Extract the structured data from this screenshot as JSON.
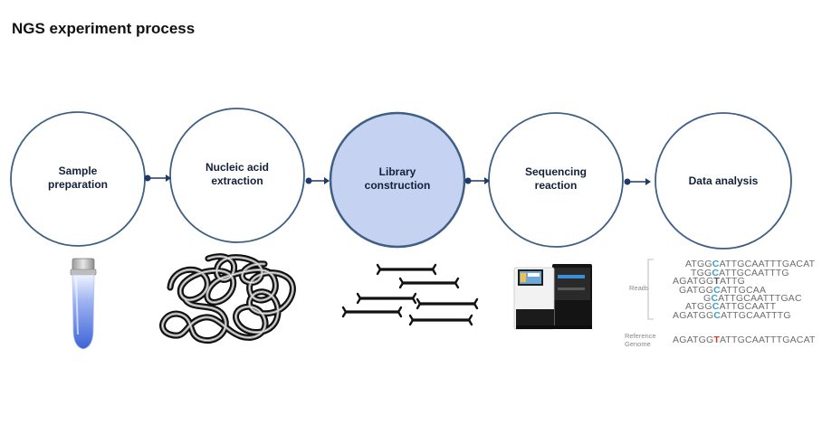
{
  "title": "NGS experiment process",
  "colors": {
    "circle_border": "#3f5f85",
    "circle_highlight_fill": "#c5d2f1",
    "arrow": "#1f3a66",
    "label_text": "#13203a",
    "highlight_base": "#3aa0c8",
    "variant_base": "#d23b2e"
  },
  "steps": [
    {
      "line1": "Sample",
      "line2": "preparation",
      "highlighted": false,
      "illustration": "sample-tube-icon"
    },
    {
      "line1": "Nucleic acid",
      "line2": "extraction",
      "highlighted": false,
      "illustration": "dna-tangle-icon"
    },
    {
      "line1": "Library",
      "line2": "construction",
      "highlighted": true,
      "illustration": "dna-fragments-icon"
    },
    {
      "line1": "Sequencing",
      "line2": "reaction",
      "highlighted": false,
      "illustration": "sequencer-machine-icon"
    },
    {
      "line1": "Data analysis",
      "line2": "",
      "highlighted": false,
      "illustration": "read-alignment-icon"
    }
  ],
  "alignment": {
    "reads_label": "Reads",
    "reference_label_line1": "Reference",
    "reference_label_line2": "Genome",
    "reads": [
      {
        "pre": "ATGG",
        "base": "C",
        "post": "ATTGCAATTTGACAT"
      },
      {
        "pre": "TGG",
        "base": "C",
        "post": "ATTGCAATTTG"
      },
      {
        "pre": "AGATGG",
        "base": "T",
        "post": "ATTG"
      },
      {
        "pre": "GATGG",
        "base": "C",
        "post": "ATTGCAA"
      },
      {
        "pre": "G",
        "base": "C",
        "post": "ATTGCAATTTGAC"
      },
      {
        "pre": "ATGG",
        "base": "C",
        "post": "ATTGCAATT"
      },
      {
        "pre": "AGATGG",
        "base": "C",
        "post": "ATTGCAATTTG"
      }
    ],
    "reference": {
      "pre": "AGATGG",
      "base": "T",
      "post": "ATTGCAATTTGACAT"
    }
  }
}
